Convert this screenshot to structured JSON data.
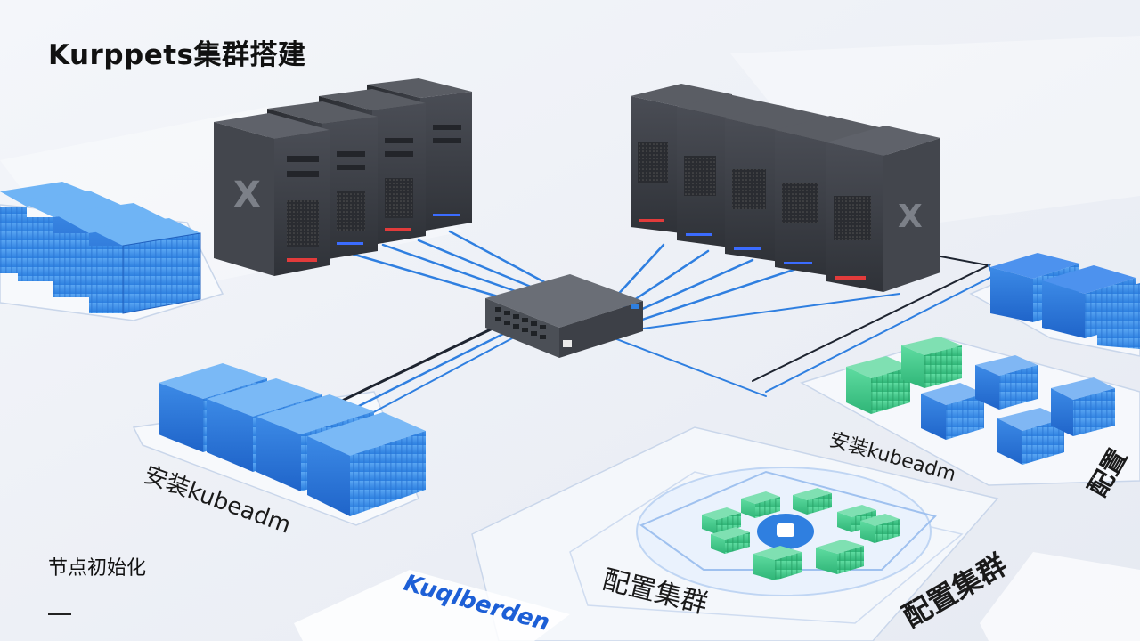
{
  "page": {
    "title": "Kurppets集群搭建",
    "subtitle": "节点初始化"
  },
  "scene": {
    "label_install_left": "安装kubeadm",
    "label_install_right": "安装kubeadm",
    "label_config_center": "配置集群",
    "label_config_right": "配置集群",
    "label_config_edge": "配置",
    "brand_text": "Kuqlberden",
    "colors": {
      "container_blue": "#3a8fe8",
      "container_green": "#3cc98a",
      "server_dark": "#3b3e45",
      "cable_blue": "#2f7fe0",
      "led_red": "#e23b3b",
      "led_blue": "#3b6cff"
    }
  }
}
